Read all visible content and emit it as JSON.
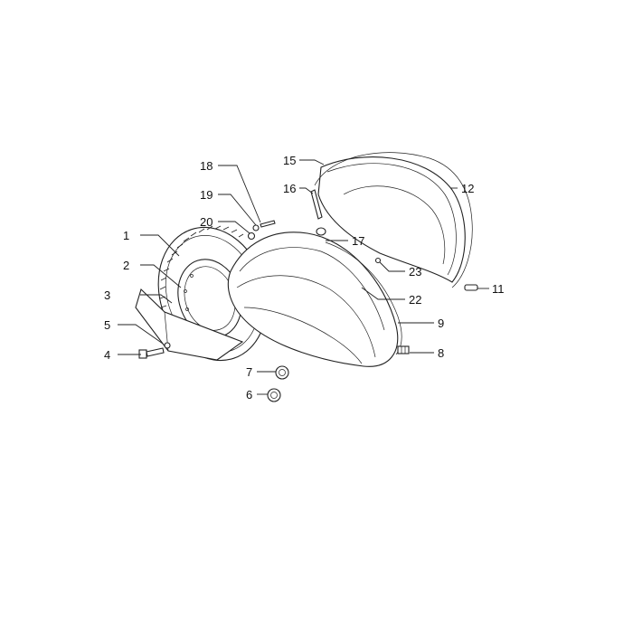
{
  "diagram": {
    "callouts": [
      {
        "id": "1",
        "label": "1"
      },
      {
        "id": "2",
        "label": "2"
      },
      {
        "id": "3",
        "label": "3"
      },
      {
        "id": "4",
        "label": "4"
      },
      {
        "id": "5",
        "label": "5"
      },
      {
        "id": "6",
        "label": "6"
      },
      {
        "id": "7",
        "label": "7"
      },
      {
        "id": "8",
        "label": "8"
      },
      {
        "id": "9",
        "label": "9"
      },
      {
        "id": "11",
        "label": "11"
      },
      {
        "id": "12",
        "label": "12"
      },
      {
        "id": "15",
        "label": "15"
      },
      {
        "id": "16",
        "label": "16"
      },
      {
        "id": "17",
        "label": "17"
      },
      {
        "id": "18",
        "label": "18"
      },
      {
        "id": "19",
        "label": "19"
      },
      {
        "id": "20",
        "label": "20"
      },
      {
        "id": "22",
        "label": "22"
      },
      {
        "id": "23",
        "label": "23"
      }
    ]
  }
}
